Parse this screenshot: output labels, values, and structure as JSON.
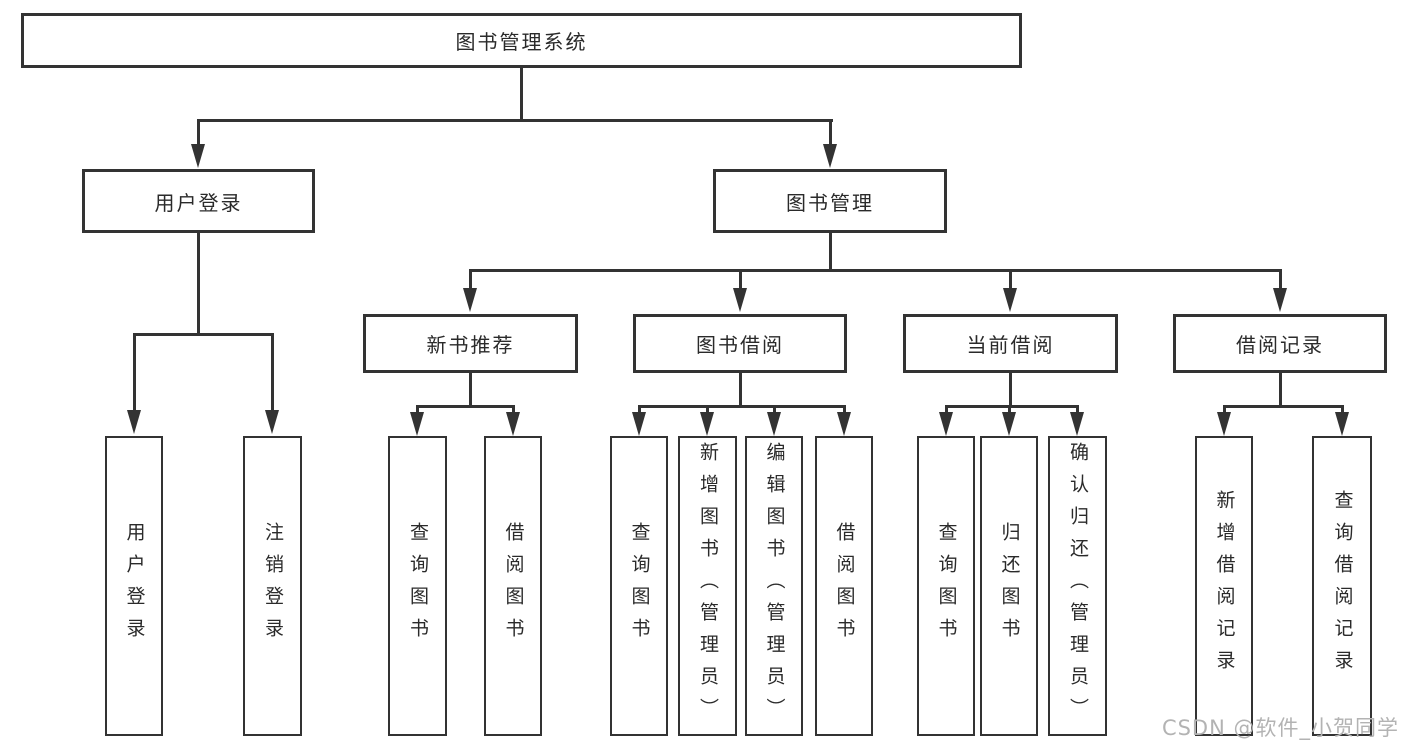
{
  "diagram": {
    "tree": {
      "root": "图书管理系统",
      "level2": [
        "用户登录",
        "图书管理"
      ],
      "user_login_children": [
        "用户登录",
        "注销登录"
      ],
      "book_management_children": [
        "新书推荐",
        "图书借阅",
        "当前借阅",
        "借阅记录"
      ],
      "new_book_recommend_children": [
        "查询图书",
        "借阅图书"
      ],
      "book_borrowing_children": [
        "查询图书",
        "新增图书（管理员）",
        "编辑图书（管理员）",
        "借阅图书"
      ],
      "current_borrowing_children": [
        "查询图书",
        "归还图书",
        "确认归还（管理员）"
      ],
      "borrowing_records_children": [
        "新增借阅记录",
        "查询借阅记录"
      ]
    }
  },
  "watermark": {
    "text": "CSDN @软件_小贺同学",
    "color": "#b3b3b3"
  },
  "colors": {
    "line": "#333333",
    "border": "#333333",
    "text": "#2a2a2a",
    "box_fill": "#ffffff",
    "background": "#ffffff"
  }
}
